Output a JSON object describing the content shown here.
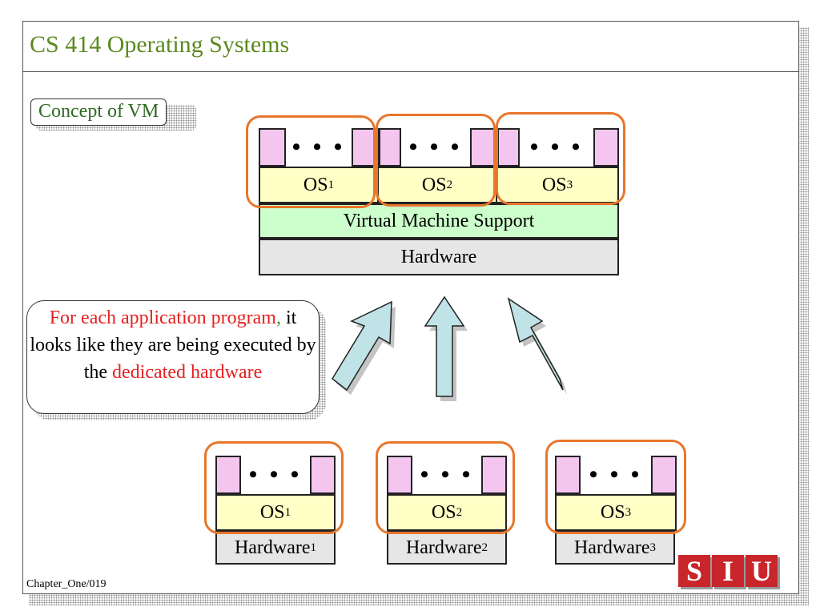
{
  "slide": {
    "title": "CS 414 Operating Systems",
    "section_label": "Concept of VM",
    "footer": "Chapter_One/019"
  },
  "top_diagram": {
    "dots": "• • •",
    "os_labels": [
      {
        "name": "OS",
        "sub": "1"
      },
      {
        "name": "OS",
        "sub": "2"
      },
      {
        "name": "OS",
        "sub": "3"
      }
    ],
    "vm_support": "Virtual Machine Support",
    "hardware": "Hardware"
  },
  "callout": {
    "part1": "For each application program",
    "part2": ",",
    "part3": " it looks like they are being executed by the ",
    "part4": "dedicated hardware"
  },
  "bottom_diagram": {
    "dots": "• • •",
    "stacks": [
      {
        "os": "OS",
        "os_sub": "1",
        "hw": "Hardware",
        "hw_sub": "1"
      },
      {
        "os": "OS",
        "os_sub": "2",
        "hw": "Hardware",
        "hw_sub": "2"
      },
      {
        "os": "OS",
        "os_sub": "3",
        "hw": "Hardware",
        "hw_sub": "3"
      }
    ]
  },
  "logo": {
    "letters": [
      "S",
      "I",
      "U"
    ]
  },
  "colors": {
    "title": "#5b8a1f",
    "ring": "#e8762b",
    "app_box": "#f4c6ef",
    "os_box": "#ffffc6",
    "vm_box": "#ccffcc",
    "hardware_box": "#e6e6e6",
    "arrow": "#bfe3e6",
    "highlight_text": "#e52020",
    "logo": "#c8262b"
  }
}
